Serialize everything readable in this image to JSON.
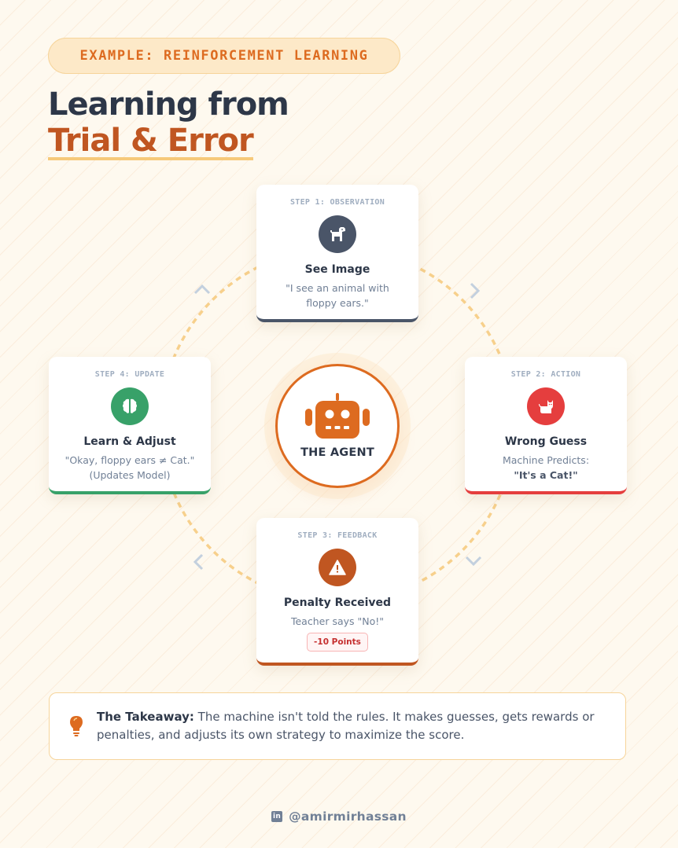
{
  "badge": {
    "label": "EXAMPLE: REINFORCEMENT LEARNING"
  },
  "title": {
    "line1": "Learning from",
    "line2": "Trial & Error"
  },
  "agent": {
    "label": "THE AGENT",
    "icon": "robot-icon",
    "color": "#dd6b20"
  },
  "steps": [
    {
      "step_label": "STEP 1: OBSERVATION",
      "icon": "dog-icon",
      "color": "#4a5568",
      "title": "See Image",
      "desc": "\"I see an animal with floppy ears.\""
    },
    {
      "step_label": "STEP 2: ACTION",
      "icon": "cat-icon",
      "color": "#e53e3e",
      "title": "Wrong Guess",
      "desc": "Machine Predicts:",
      "desc_bold": "\"It's a Cat!\""
    },
    {
      "step_label": "STEP 3: FEEDBACK",
      "icon": "warning-icon",
      "color": "#c05621",
      "title": "Penalty Received",
      "desc": "Teacher says \"No!\"",
      "badge": "-10 Points"
    },
    {
      "step_label": "STEP 4: UPDATE",
      "icon": "brain-icon",
      "color": "#38a169",
      "title": "Learn & Adjust",
      "desc": "\"Okay, floppy ears ≠ Cat.\"",
      "desc2": "(Updates Model)"
    }
  ],
  "takeaway": {
    "icon": "lightbulb-icon",
    "lead": "The Takeaway:",
    "text": " The machine isn't told the rules. It makes guesses, gets rewards or penalties, and adjusts its own strategy to maximize the score."
  },
  "footer": {
    "icon": "linkedin-icon",
    "icon_glyph": "in",
    "handle": "@amirmirhassan"
  },
  "colors": {
    "background": "#fef9ef",
    "accent": "#dd6b20",
    "title_dark": "#2d3748",
    "title_accent": "#c05621",
    "ring": "#f6c97a",
    "chevron": "#c3d0de"
  }
}
